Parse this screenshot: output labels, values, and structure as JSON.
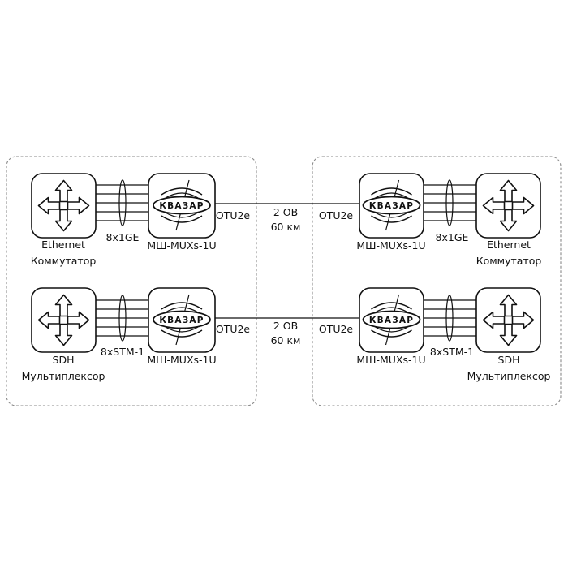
{
  "site_left": {
    "row1": {
      "device_name": "Ethernet",
      "device_type": "Коммутатор",
      "bundle_label": "8x1GE",
      "mux_model": "МШ-MUXs-1U",
      "mux_logo": "КВАЗАР",
      "port_label": "OTU2e"
    },
    "row2": {
      "device_name": "SDH",
      "device_type": "Мультиплексор",
      "bundle_label": "8xSTM-1",
      "mux_model": "МШ-MUXs-1U",
      "mux_logo": "КВАЗАР",
      "port_label": "OTU2e"
    }
  },
  "site_right": {
    "row1": {
      "device_name": "Ethernet",
      "device_type": "Коммутатор",
      "bundle_label": "8x1GE",
      "mux_model": "МШ-MUXs-1U",
      "mux_logo": "КВАЗАР",
      "port_label": "OTU2e"
    },
    "row2": {
      "device_name": "SDH",
      "device_type": "Мультиплексор",
      "bundle_label": "8xSTM-1",
      "mux_model": "МШ-MUXs-1U",
      "mux_logo": "КВАЗАР",
      "port_label": "OTU2e"
    }
  },
  "links": {
    "row1": {
      "fibers": "2 ОВ",
      "distance": "60 км"
    },
    "row2": {
      "fibers": "2 ОВ",
      "distance": "60 км"
    }
  },
  "colors": {
    "stroke": "#111111",
    "fill": "#ffffff",
    "site_border": "#8a8a8a"
  },
  "icons": {
    "switch": "four-way-arrows-icon",
    "mux": "kvazar-logo-icon"
  }
}
